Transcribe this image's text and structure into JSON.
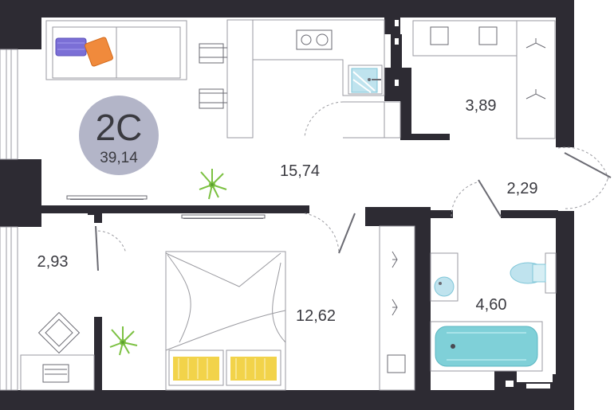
{
  "apartment": {
    "type": "2С",
    "total_area": "39,14",
    "badge_color": "#b3b5c8"
  },
  "rooms": {
    "kitchen_living": "15,74",
    "storage": "3,89",
    "hall": "2,29",
    "balcony": "2,93",
    "bedroom": "12,62",
    "bathroom": "4,60"
  },
  "colors": {
    "wall": "#2d2b33",
    "furniture_line": "#9a9aa0",
    "plant": "#7cc142",
    "bath_water": "#7fd0d8",
    "pillow": "#f2d34a",
    "cushion_purple": "#7b6fd6",
    "cushion_orange": "#f08a3c"
  },
  "icons": [
    "sofa-icon",
    "bar-stool-icon",
    "stove-icon",
    "sink-icon",
    "wardrobe-icon",
    "plant-icon",
    "bed-icon",
    "chair-icon",
    "desk-icon",
    "toilet-icon",
    "bathtub-icon",
    "tv-icon"
  ]
}
